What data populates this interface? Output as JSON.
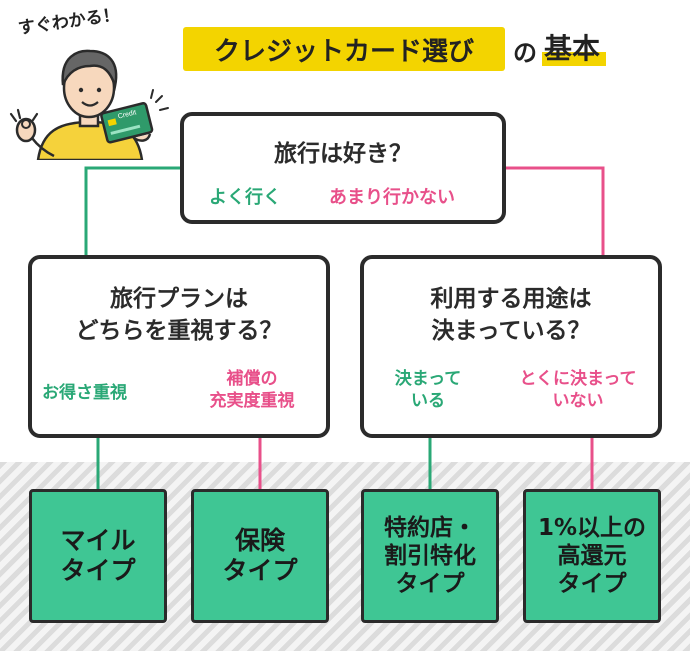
{
  "header": {
    "catchphrase": "すぐわかる！",
    "title": "クレジットカード選び",
    "title_particle": "の",
    "title_suffix": "基本",
    "card_label": "Credit"
  },
  "root": {
    "question": "旅行は好き？",
    "yes": "よく行く",
    "no": "あまり行かない"
  },
  "left_branch": {
    "question_line1": "旅行プランは",
    "question_line2": "どちらを重視する？",
    "option_a": "お得さ重視",
    "option_b_line1": "補償の",
    "option_b_line2": "充実度重視"
  },
  "right_branch": {
    "question_line1": "利用する用途は",
    "question_line2": "決まっている？",
    "option_a_line1": "決まって",
    "option_a_line2": "いる",
    "option_b_line1": "とくに決まって",
    "option_b_line2": "いない"
  },
  "results": [
    {
      "label": "マイル\nタイプ"
    },
    {
      "label": "保険\nタイプ"
    },
    {
      "label": "特約店・\n割引特化\nタイプ"
    },
    {
      "label": "1%以上の\n高還元\nタイプ"
    }
  ],
  "colors": {
    "green": "#2aa876",
    "pink": "#e8508a",
    "result_fill": "#3fc694",
    "title_yellow": "#f3d400"
  }
}
